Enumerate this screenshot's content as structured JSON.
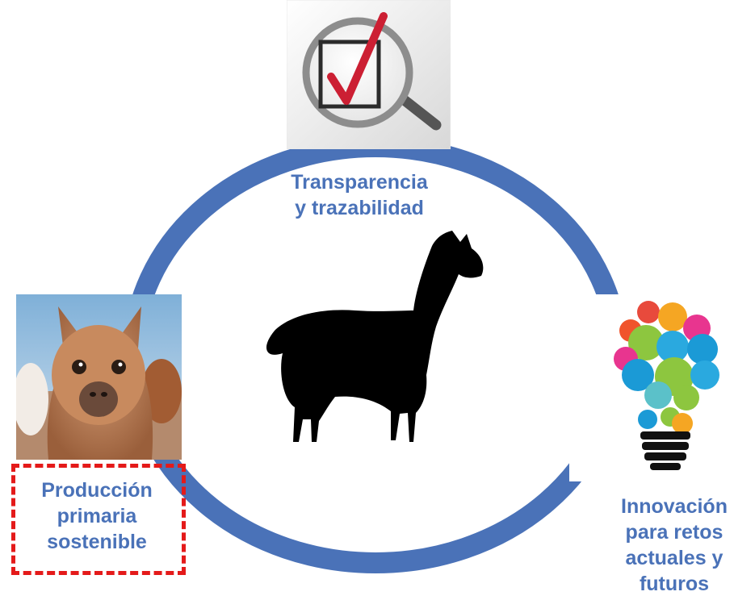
{
  "colors": {
    "cycle_ring": "#4A72B8",
    "label_text": "#4A72B8",
    "highlight_border": "#E41A1A",
    "silhouette": "#000000"
  },
  "center": {
    "icon": "alpaca-silhouette-icon"
  },
  "nodes": [
    {
      "id": "transparencia",
      "icon": "magnifier-checkmark-icon",
      "lines": [
        "Transparencia",
        "y trazabilidad"
      ]
    },
    {
      "id": "innovacion",
      "icon": "lightbulb-apps-icon",
      "lines": [
        "Innovación",
        "para retos",
        "actuales y",
        "futuros"
      ]
    },
    {
      "id": "produccion",
      "icon": "alpaca-photo",
      "highlighted": true,
      "lines": [
        "Producción",
        "primaria",
        "sostenible"
      ]
    }
  ]
}
